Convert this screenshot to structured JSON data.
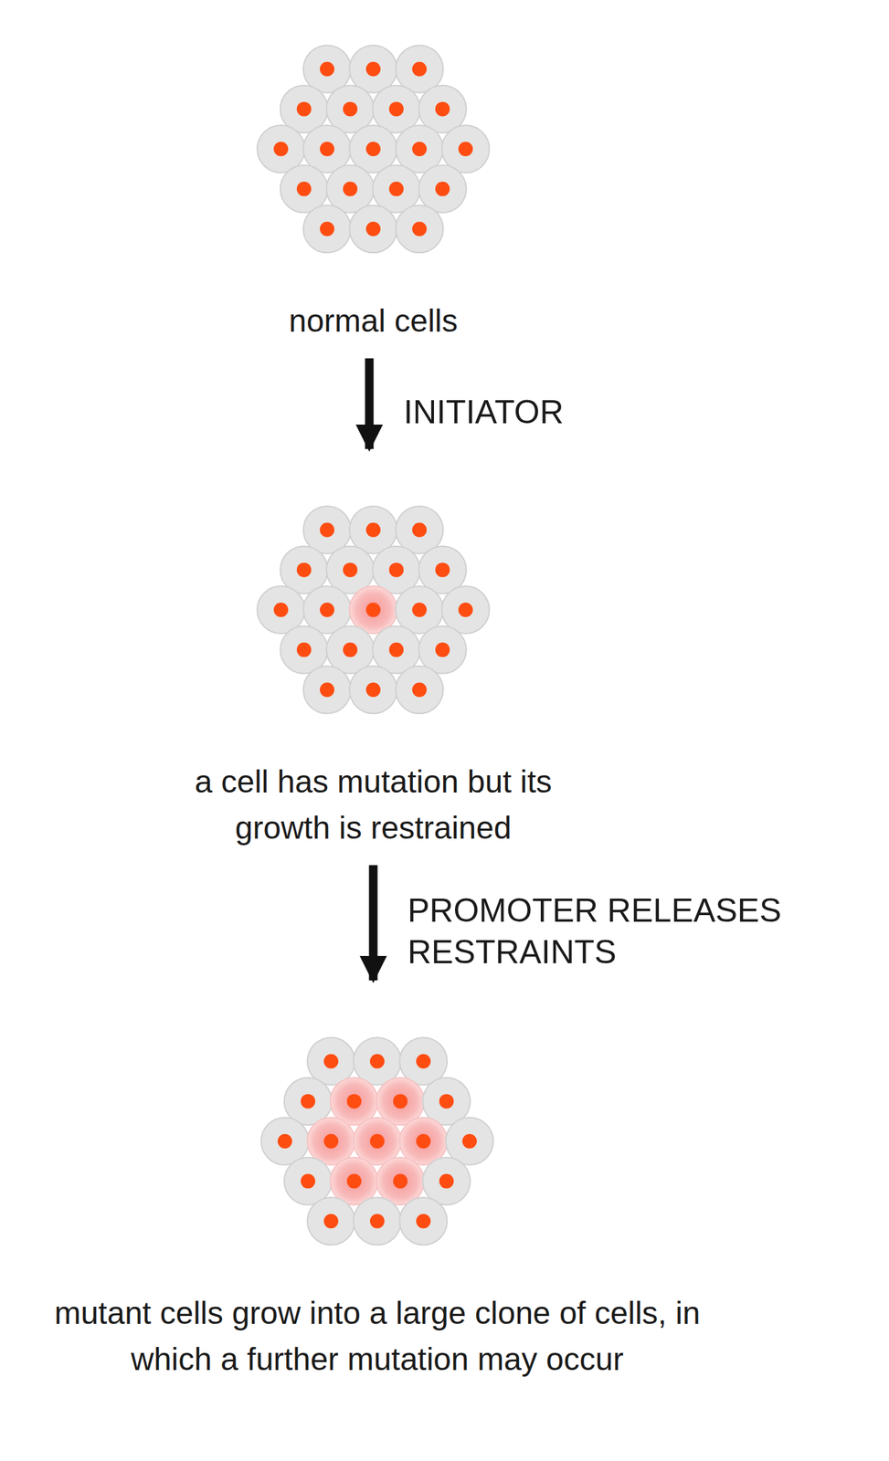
{
  "diagram": {
    "nodes": [
      {
        "text": [
          "normal cells"
        ]
      },
      {
        "text": [
          "a cell has mutation but its growth is restrained"
        ]
      },
      {
        "text": [
          "mutant cells grow into a large clone of cells, in which a further mutation may occur"
        ]
      }
    ],
    "edges": [
      {
        "from": 0,
        "to": 1,
        "label": "INITIATOR",
        "arrow": "to"
      },
      {
        "from": 1,
        "to": 2,
        "label": "PROMOTER RELEASES RESTRAINTS",
        "arrow": "to"
      }
    ]
  }
}
